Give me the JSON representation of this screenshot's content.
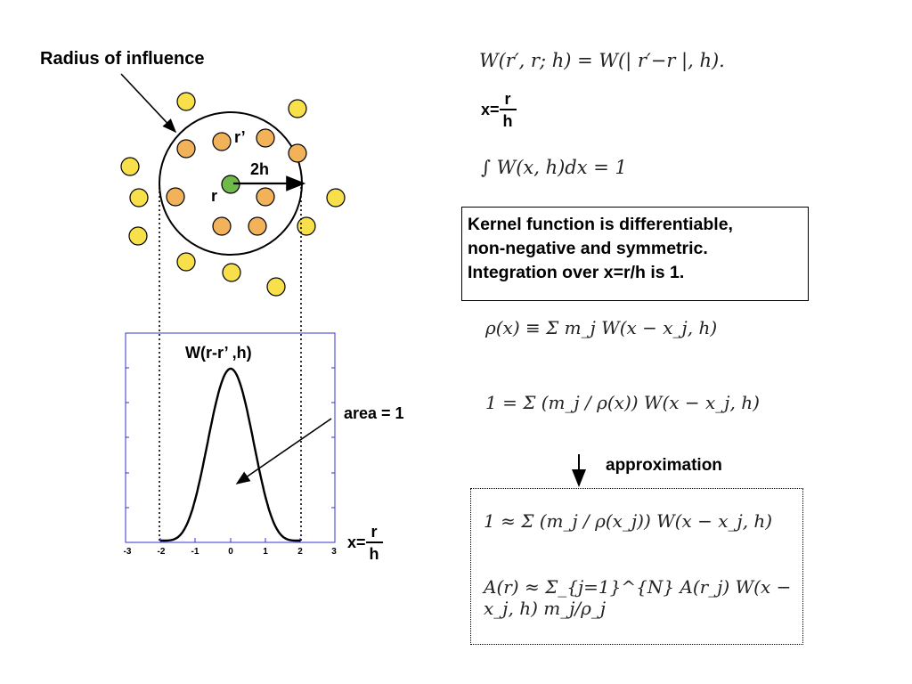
{
  "left": {
    "radius_label": "Radius of influence",
    "r_prime_label": "r’",
    "r_label": "r",
    "two_h_label": "2h",
    "curve_label": "W(r-r’ ,h)",
    "area_label": "area = 1",
    "x_eq": "x=",
    "x_num": "r",
    "x_den": "h",
    "x_ticks": [
      "-3",
      "-2",
      "-1",
      "0",
      "1",
      "2",
      "3"
    ],
    "colors": {
      "outer_particle": "#f7e04a",
      "inner_particle": "#f2b25a",
      "center_particle": "#6fb94a",
      "plot_frame": "#3333cc"
    }
  },
  "right": {
    "eq_w_def": "W(r′, r; h) = W(| r′−r |, h).",
    "x_eq": "x=",
    "x_num": "r",
    "x_den": "h",
    "eq_integral": "∫ W(x, h)dx = 1",
    "box_text": " Kernel function is differentiable,\nnon-negative and symmetric.\nIntegration over x=r/h is 1.",
    "eq_rho": "ρ(x) ≡ Σ m_j W(x − x_j, h)",
    "eq_one": "1 = Σ (m_j / ρ(x)) W(x − x_j, h)",
    "approx_label": "approximation",
    "eq_one_approx": "1 ≈ Σ (m_j / ρ(x_j)) W(x − x_j, h)",
    "eq_A": "A(r) ≈ Σ_{j=1}^{N} A(r_j) W(x − x_j, h) m_j/ρ_j"
  }
}
